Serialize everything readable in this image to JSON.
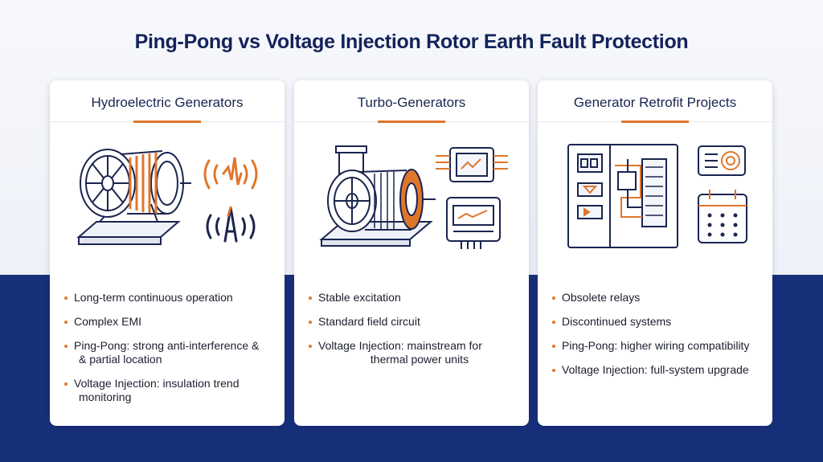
{
  "title": "Ping-Pong vs Voltage Injection Rotor Earth Fault Protection",
  "colors": {
    "accent": "#e0762b",
    "navy": "#17307a",
    "ink": "#1a2550"
  },
  "cards": [
    {
      "title": "Hydroelectric Generators",
      "icons": [
        "hydro-generator-icon",
        "signal-waves-icon",
        "broadcast-tower-icon"
      ],
      "bullets": [
        {
          "line1": "Long-term continuous operation"
        },
        {
          "line1": "Complex EMI"
        },
        {
          "line1": "Ping-Pong: strong anti-interference &",
          "line2": "& partial location"
        },
        {
          "line1": "Voltage Injection: insulation trend",
          "line2": "monitoring"
        }
      ]
    },
    {
      "title": "Turbo-Generators",
      "icons": [
        "turbo-generator-icon",
        "monitor-chip-icon",
        "relay-device-icon"
      ],
      "bullets": [
        {
          "line1": "Stable excitation"
        },
        {
          "line1": "Standard field circuit"
        },
        {
          "line1": "Voltage Injection: mainstream for",
          "line2": "thermal power units"
        }
      ]
    },
    {
      "title": "Generator Retrofit Projects",
      "icons": [
        "control-panel-icon",
        "relay-target-icon",
        "calendar-icon"
      ],
      "bullets": [
        {
          "line1": "Obsolete relays"
        },
        {
          "line1": "Discontinued systems"
        },
        {
          "line1": "Ping-Pong: higher wiring compatibility"
        },
        {
          "line1": "Voltage Injection: full-system upgrade"
        }
      ]
    }
  ]
}
